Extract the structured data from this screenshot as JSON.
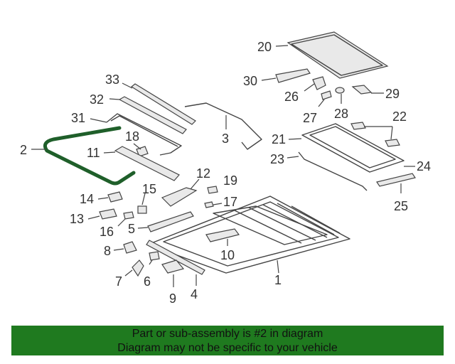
{
  "callouts": {
    "c1": "1",
    "c2": "2",
    "c3": "3",
    "c4": "4",
    "c5": "5",
    "c6": "6",
    "c7": "7",
    "c8": "8",
    "c9": "9",
    "c10": "10",
    "c11": "11",
    "c12": "12",
    "c13": "13",
    "c14": "14",
    "c15": "15",
    "c16": "16",
    "c17": "17",
    "c18": "18",
    "c19": "19",
    "c20": "20",
    "c21": "21",
    "c22": "22",
    "c23": "23",
    "c24": "24",
    "c25": "25",
    "c26": "26",
    "c27": "27",
    "c28": "28",
    "c29": "29",
    "c30": "30",
    "c31": "31",
    "c32": "32",
    "c33": "33"
  },
  "highlight": {
    "part": "2",
    "color": "#1f5f2a"
  },
  "banner": {
    "line1": "Part or sub-assembly is #2 in diagram",
    "line2": "Diagram may not be specific to your vehicle",
    "color": "#1f7a1f"
  }
}
